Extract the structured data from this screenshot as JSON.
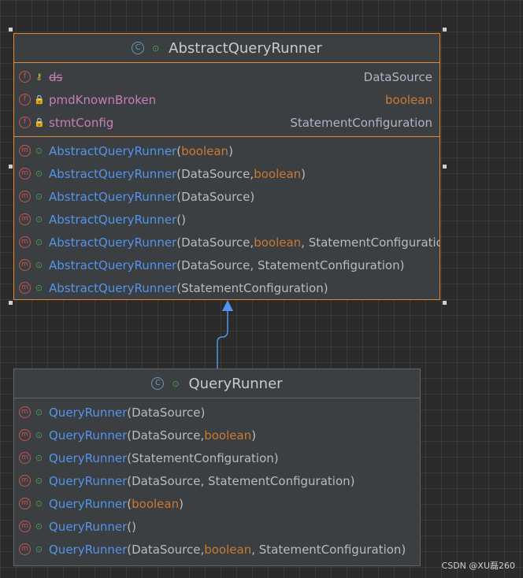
{
  "diagram": {
    "parent": {
      "name": "AbstractQueryRunner",
      "fields": [
        {
          "name": "ds",
          "type": "DataSource",
          "deprecated": true
        },
        {
          "name": "pmdKnownBroken",
          "type": "boolean"
        },
        {
          "name": "stmtConfig",
          "type": "StatementConfiguration"
        }
      ],
      "methods": [
        [
          "AbstractQueryRunner",
          "(",
          "boolean",
          ")"
        ],
        [
          "AbstractQueryRunner",
          "(DataSource, ",
          "boolean",
          ")"
        ],
        [
          "AbstractQueryRunner",
          "(DataSource)",
          "",
          ""
        ],
        [
          "AbstractQueryRunner",
          "()",
          "",
          ""
        ],
        [
          "AbstractQueryRunner",
          "(DataSource, ",
          "boolean",
          ", StatementConfiguratio"
        ],
        [
          "AbstractQueryRunner",
          "(DataSource, StatementConfiguration)",
          "",
          ""
        ],
        [
          "AbstractQueryRunner",
          "(StatementConfiguration)",
          "",
          ""
        ]
      ]
    },
    "child": {
      "name": "QueryRunner",
      "methods": [
        [
          "QueryRunner",
          "(DataSource)",
          "",
          ""
        ],
        [
          "QueryRunner",
          "(DataSource, ",
          "boolean",
          ")"
        ],
        [
          "QueryRunner",
          "(StatementConfiguration)",
          "",
          ""
        ],
        [
          "QueryRunner",
          "(DataSource, StatementConfiguration)",
          "",
          ""
        ],
        [
          "QueryRunner",
          "(",
          "boolean",
          ")"
        ],
        [
          "QueryRunner",
          "()",
          "",
          ""
        ],
        [
          "QueryRunner",
          "(DataSource, ",
          "boolean",
          ", StatementConfiguration)"
        ]
      ]
    },
    "relation": "inheritance",
    "colors": {
      "background": "#2b2b2b",
      "node": "#3c3f41",
      "selected_border": "#e8862f",
      "method_name": "#5394ec",
      "keyword": "#cc7832",
      "field": "#c77dbb",
      "arrow": "#5394ec"
    },
    "icons": {
      "class": "class-icon",
      "method": "method-icon",
      "field": "field-icon",
      "public": "public-icon",
      "private": "lock-icon"
    }
  },
  "watermark": "CSDN @XU磊260"
}
